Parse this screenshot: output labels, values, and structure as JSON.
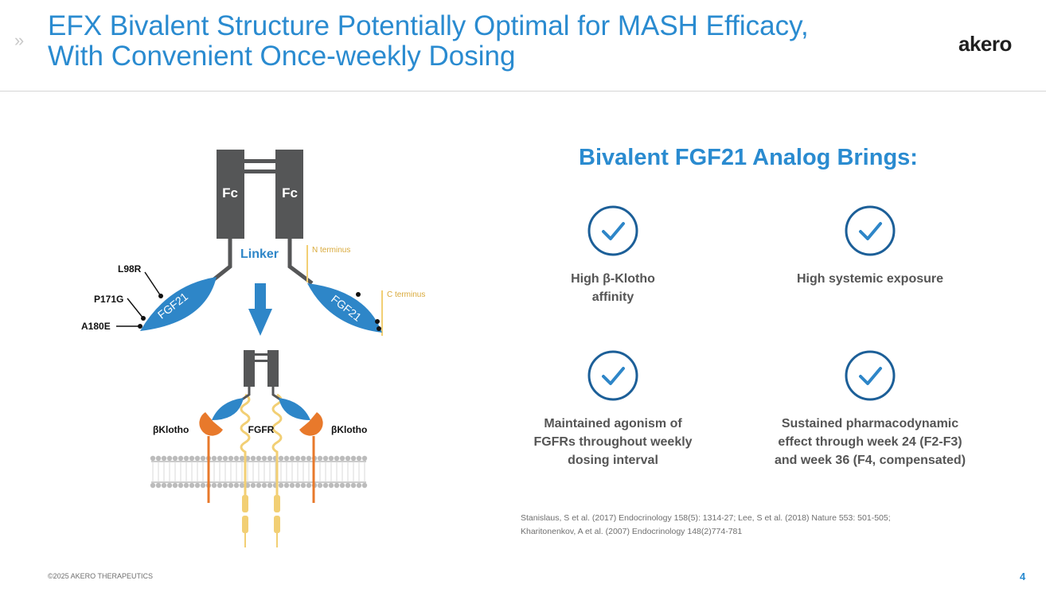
{
  "header": {
    "chevron": "»",
    "title_line1": "EFX Bivalent Structure Potentially Optimal for MASH Efficacy,",
    "title_line2": "With Convenient Once-weekly Dosing",
    "logo": "akero"
  },
  "diagram": {
    "fc_left": "Fc",
    "fc_right": "Fc",
    "linker": "Linker",
    "n_terminus": "N terminus",
    "c_terminus": "C terminus",
    "fgf21_left": "FGF21",
    "fgf21_right": "FGF21",
    "mutations": [
      "L98R",
      "P171G",
      "A180E"
    ],
    "klotho_left": "βKlotho",
    "fgfr": "FGFR",
    "klotho_right": "βKlotho",
    "colors": {
      "fc": "#555657",
      "fgf21": "#2e86c8",
      "klotho": "#e8792b",
      "fgfr": "#f2cf74",
      "arrow": "#2e86c8"
    }
  },
  "right": {
    "heading": "Bivalent FGF21 Analog Brings:",
    "benefits": [
      {
        "icon": "check-circle-icon",
        "line1": "High β-Klotho",
        "line2": "affinity",
        "line3": ""
      },
      {
        "icon": "check-circle-icon",
        "line1": "High systemic exposure",
        "line2": "",
        "line3": ""
      },
      {
        "icon": "check-circle-icon",
        "line1": "Maintained agonism of",
        "line2": "FGFRs throughout weekly",
        "line3": "dosing interval"
      },
      {
        "icon": "check-circle-icon",
        "line1": "Sustained pharmacodynamic",
        "line2": "effect through week 24 (F2-F3)",
        "line3": "and week 36 (F4, compensated)"
      }
    ]
  },
  "references": {
    "line1": "Stanislaus, S et al. (2017) Endocrinology 158(5): 1314-27; Lee, S et al. (2018) Nature 553: 501-505;",
    "line2": "Kharitonenkov, A et al. (2007) Endocrinology 148(2)774-781"
  },
  "footer": {
    "copyright": "©2025 AKERO THERAPEUTICS",
    "page": "4"
  }
}
